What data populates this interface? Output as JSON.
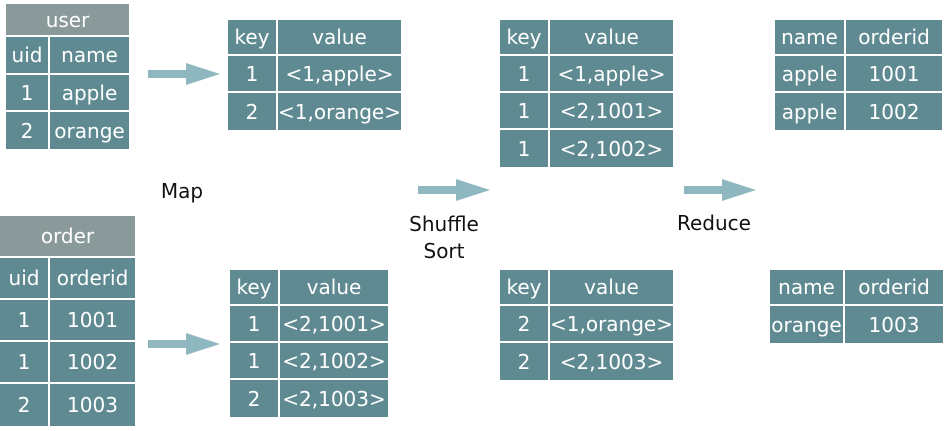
{
  "tables": {
    "user": {
      "title": "user",
      "headers": [
        "uid",
        "name"
      ],
      "rows": [
        [
          "1",
          "apple"
        ],
        [
          "2",
          "orange"
        ]
      ]
    },
    "order": {
      "title": "order",
      "headers": [
        "uid",
        "orderid"
      ],
      "rows": [
        [
          "1",
          "1001"
        ],
        [
          "1",
          "1002"
        ],
        [
          "2",
          "1003"
        ]
      ]
    },
    "map_user": {
      "headers": [
        "key",
        "value"
      ],
      "rows": [
        [
          "1",
          "<1,apple>"
        ],
        [
          "2",
          "<1,orange>"
        ]
      ]
    },
    "map_order": {
      "headers": [
        "key",
        "value"
      ],
      "rows": [
        [
          "1",
          "<2,1001>"
        ],
        [
          "1",
          "<2,1002>"
        ],
        [
          "2",
          "<2,1003>"
        ]
      ]
    },
    "shuffle_1": {
      "headers": [
        "key",
        "value"
      ],
      "rows": [
        [
          "1",
          "<1,apple>"
        ],
        [
          "1",
          "<2,1001>"
        ],
        [
          "1",
          "<2,1002>"
        ]
      ]
    },
    "shuffle_2": {
      "headers": [
        "key",
        "value"
      ],
      "rows": [
        [
          "2",
          "<1,orange>"
        ],
        [
          "2",
          "<2,1003>"
        ]
      ]
    },
    "reduce_1": {
      "headers": [
        "name",
        "orderid"
      ],
      "rows": [
        [
          "apple",
          "1001"
        ],
        [
          "apple",
          "1002"
        ]
      ]
    },
    "reduce_2": {
      "headers": [
        "name",
        "orderid"
      ],
      "rows": [
        [
          "orange",
          "1003"
        ]
      ]
    }
  },
  "labels": {
    "map": "Map",
    "shuffle": "Shuffle",
    "sort": "Sort",
    "reduce": "Reduce"
  },
  "colors": {
    "cell": "#5f8a91",
    "caption": "#8a9a9b",
    "arrow": "#8fb7c0"
  }
}
